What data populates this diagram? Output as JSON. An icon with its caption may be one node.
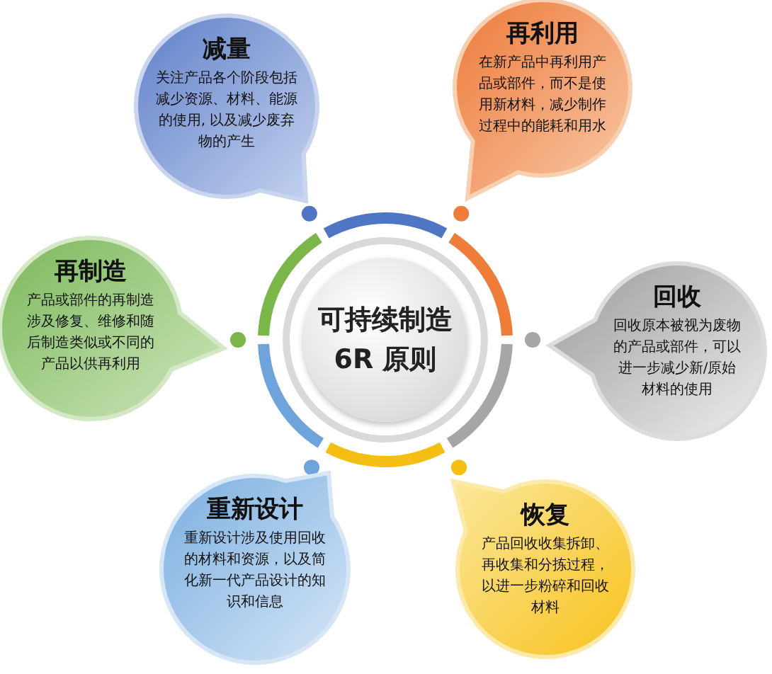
{
  "diagram": {
    "nodes": [
      {
        "text": [
          "减量",
          "关注产品各个阶段包括减少资源、材料、能源的使用, 以及减少废弃物的产生"
        ]
      },
      {
        "text": [
          "再利用",
          "在新产品中再利用产品或部件，而不是使用新材料，减少制作过程中的能耗和用水"
        ]
      },
      {
        "text": [
          "再制造",
          "产品或部件的再制造涉及修复、维修和随后制造类似或不同的产品以供再利用"
        ]
      },
      {
        "text": [
          "可持续制造6R 原则"
        ]
      },
      {
        "text": [
          "回收",
          "回收原本被视为废物的产品或部件，可以进一步减少新/原始材料的使用"
        ]
      },
      {
        "text": [
          "重新设计",
          "重新设计涉及使用回收的材料和资源，以及简化新一代产品设计的知识和信息"
        ]
      },
      {
        "text": [
          "恢复",
          "产品回收收集拆卸、再收集和分拣过程，以进一步粉碎和回收材料"
        ]
      }
    ]
  }
}
